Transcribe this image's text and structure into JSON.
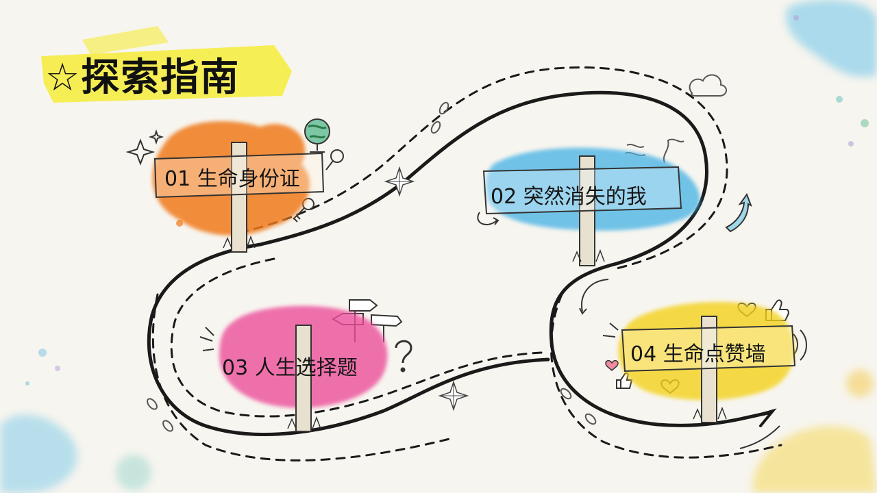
{
  "title": "☆探索指南",
  "signs": [
    {
      "label": "01 生命身份证",
      "color": "#f07a1a"
    },
    {
      "label": "02 突然消失的我",
      "color": "#4fb6e6"
    },
    {
      "label": "03 人生选择题",
      "color": "#ec4f9b"
    },
    {
      "label": "04 生命点赞墙",
      "color": "#f4d21e"
    }
  ],
  "colors": {
    "background": "#f7f5ef",
    "highlight": "#f6ec3a",
    "path": "#1a1a1a",
    "wood": "#e9e1cf"
  }
}
